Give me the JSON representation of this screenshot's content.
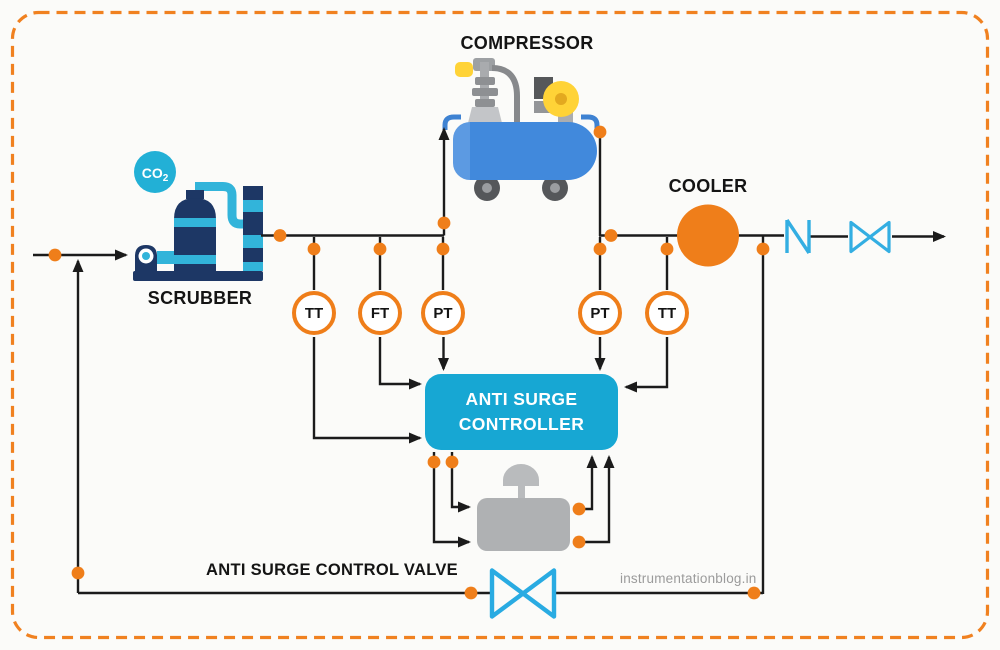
{
  "diagram": {
    "labels": {
      "compressor": "COMPRESSOR",
      "scrubber": "SCRUBBER",
      "cooler": "COOLER",
      "controller_line1": "ANTI SURGE",
      "controller_line2": "CONTROLLER",
      "anti_surge_control_valve": "ANTI SURGE CONTROL VALVE"
    },
    "co2_badge": {
      "main": "CO",
      "sub": "2"
    },
    "instruments": [
      {
        "id": "tt-suction",
        "label": "TT"
      },
      {
        "id": "ft-suction",
        "label": "FT"
      },
      {
        "id": "pt-suction",
        "label": "PT"
      },
      {
        "id": "pt-discharge",
        "label": "PT"
      },
      {
        "id": "tt-discharge",
        "label": "TT"
      }
    ],
    "watermark": "instrumentationblog.in",
    "colors": {
      "accent_orange": "#EF7E1A",
      "controller_cyan": "#17A7D3",
      "valve_symbol_cyan": "#29ABE2",
      "scrubber_navy": "#1D3765",
      "scrubber_cyan": "#32B4DA",
      "compressor_blue": "#4189DC",
      "machine_yellow": "#FFD337",
      "machine_gray": "#A9ABAE",
      "line_black": "#1B1B1B"
    }
  }
}
